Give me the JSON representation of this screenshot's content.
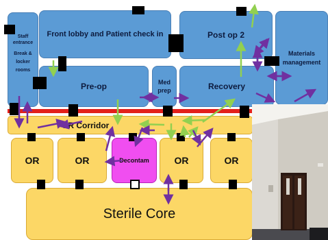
{
  "rooms": {
    "staff": "Staff entrance",
    "break": "Break & locker rooms",
    "front_lobby": "Front lobby and Patient check in",
    "post_op": "Post op 2",
    "materials": "Materials management",
    "pre_op": "Pre-op",
    "med_prep": "Med prep",
    "recovery": "Recovery",
    "corridor": "OR Corridor",
    "or1": "OR",
    "or2": "OR",
    "decontam": "Decontam",
    "or3": "OR",
    "or4": "OR",
    "sterile_core": "Sterile Core"
  },
  "colors": {
    "room_blue": "#5b9bd5",
    "room_yellow": "#fcd766",
    "decontam_pink": "#f04ef0",
    "barrier_red": "#e3201b",
    "arrow_green": "#92d050",
    "arrow_purple": "#7030a0"
  }
}
